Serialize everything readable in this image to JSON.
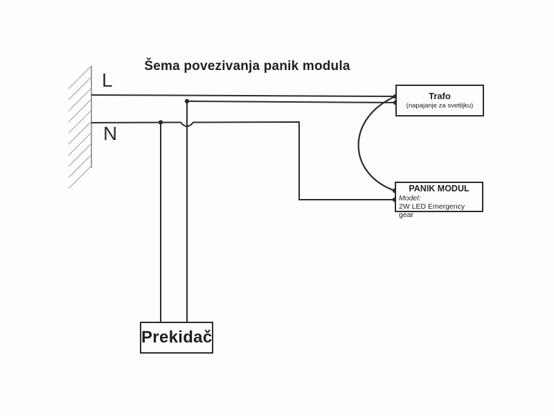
{
  "diagram": {
    "title": "Šema povezivanja panik modula",
    "conductors": {
      "live_label": "L",
      "neutral_label": "N"
    },
    "boxes": {
      "trafo": {
        "title": "Trafo",
        "subtitle": "(napajanje za svetiljku)"
      },
      "panik_modul": {
        "title": "PANIK MODUL",
        "model_label": "Model:",
        "model_value": "2W LED Emergency gear"
      },
      "prekidac": {
        "label": "Prekidač"
      }
    },
    "colors": {
      "wire": "#2b2b2b",
      "wall": "#858585",
      "hatch": "#9e9e9e",
      "background": "#fdfdfd",
      "text": "#1f1f1f"
    }
  }
}
